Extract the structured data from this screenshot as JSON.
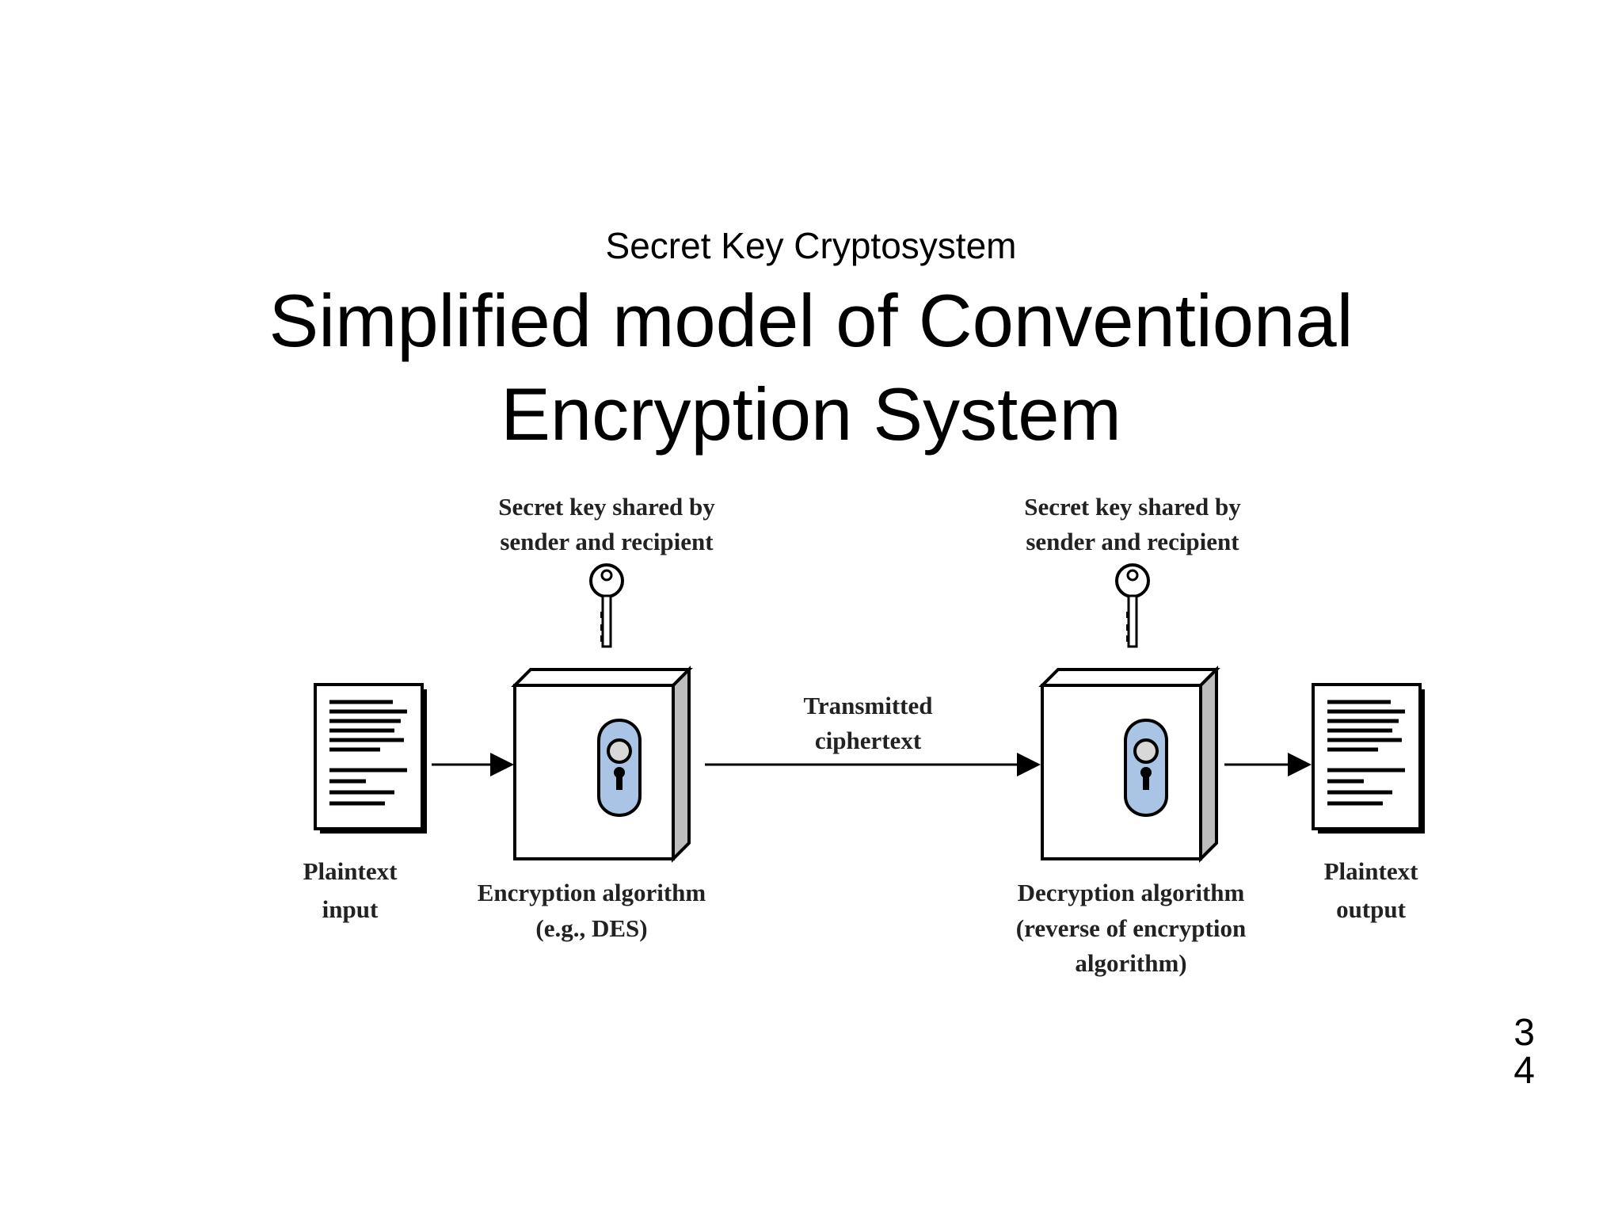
{
  "slide": {
    "subtitle": "Secret Key Cryptosystem",
    "title_line1": "Simplified model of Conventional",
    "title_line2": "Encryption System",
    "page_number_line1": "3",
    "page_number_line2": "4"
  },
  "diagram": {
    "key_left": {
      "line1": "Secret key shared by",
      "line2": "sender and recipient"
    },
    "key_right": {
      "line1": "Secret key shared by",
      "line2": "sender and recipient"
    },
    "plaintext_input": {
      "line1": "Plaintext",
      "line2": "input"
    },
    "encryption": {
      "line1": "Encryption algorithm",
      "line2": "(e.g., DES)"
    },
    "transmitted": {
      "line1": "Transmitted",
      "line2": "ciphertext"
    },
    "decryption": {
      "line1": "Decryption algorithm",
      "line2": "(reverse of encryption",
      "line3": "algorithm)"
    },
    "plaintext_output": {
      "line1": "Plaintext",
      "line2": "output"
    }
  },
  "colors": {
    "lock_plate": "#a9c4e4",
    "box_side": "#bdbdbd"
  }
}
